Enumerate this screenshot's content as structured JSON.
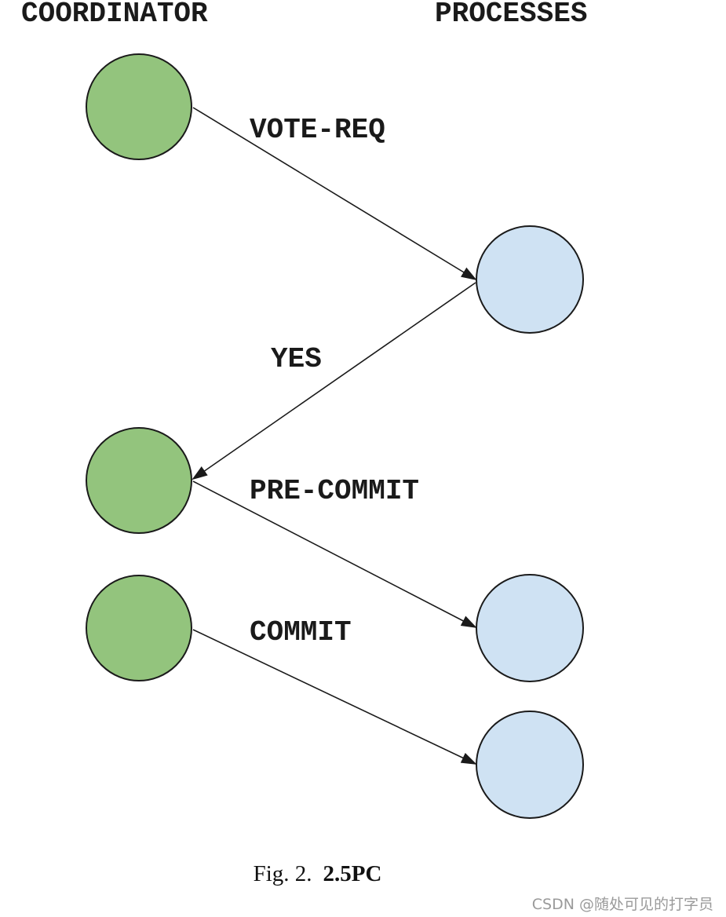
{
  "headers": {
    "coordinator": "COORDINATOR",
    "processes": "PROCESSES"
  },
  "messages": {
    "vote_req": "VOTE-REQ",
    "yes": "YES",
    "pre_commit": "PRE-COMMIT",
    "commit": "COMMIT"
  },
  "caption": {
    "prefix": "Fig. 2.",
    "title": "2.5PC"
  },
  "watermark": "CSDN @随处可见的打字员",
  "colors": {
    "coordinator_node": "#93c47d",
    "process_node": "#cfe2f3",
    "stroke": "#1a1a1a"
  }
}
